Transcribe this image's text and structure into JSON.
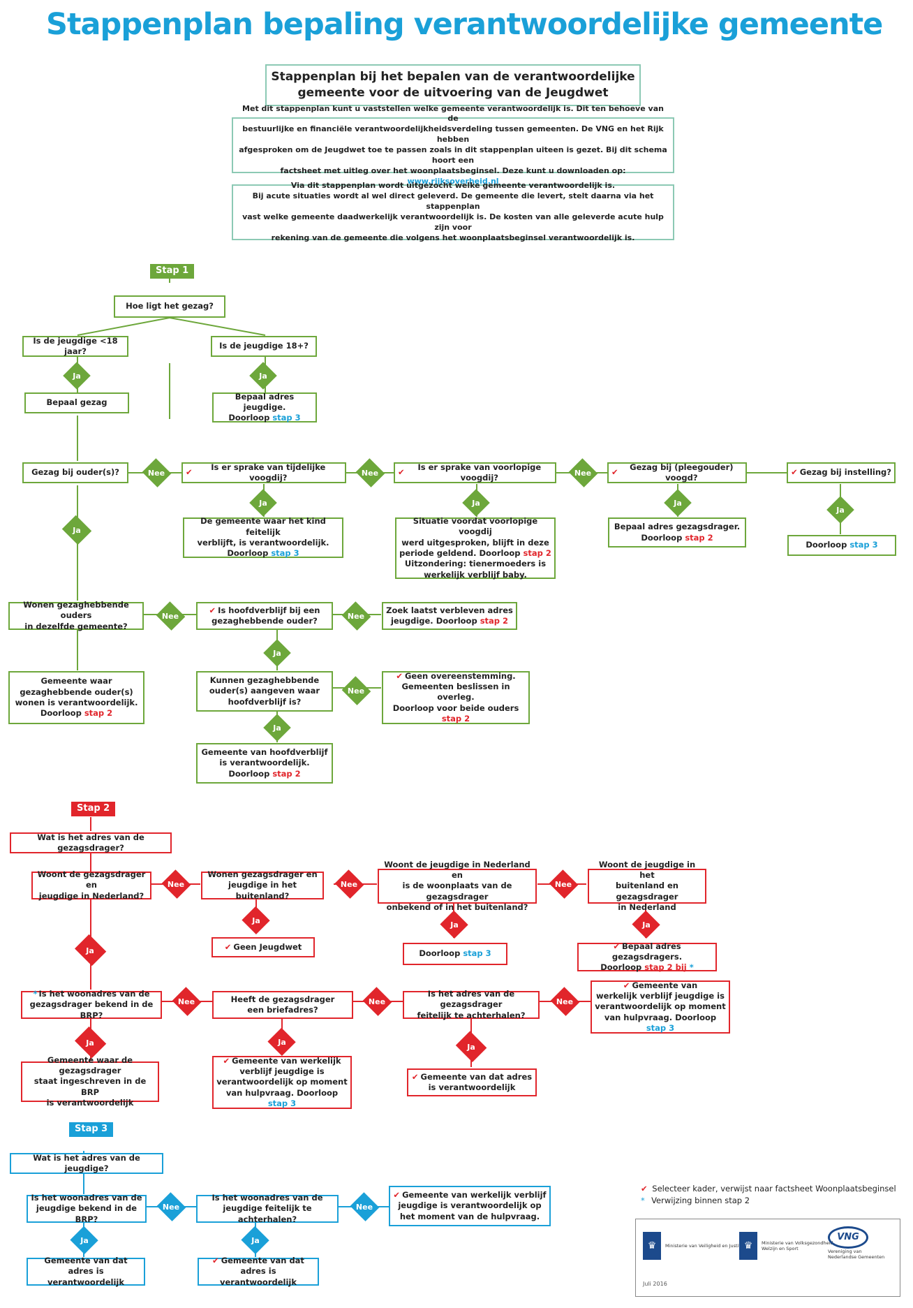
{
  "title": "Stappenplan bepaling verantwoordelijke gemeente",
  "header": {
    "line1": "Stappenplan bij het bepalen van de verantwoordelijke",
    "line2": "gemeente voor de uitvoering van de Jeugdwet"
  },
  "intro": {
    "lines": [
      "Met dit stappenplan kunt u vaststellen welke gemeente verantwoordelijk is. Dit ten behoeve van de",
      "bestuurlijke en financiële verantwoordelijkheidsverdeling tussen gemeenten. De VNG en het Rijk hebben",
      "afgesproken om de Jeugdwet toe te passen zoals in dit stappenplan uiteen is gezet. Bij dit schema hoort een"
    ],
    "last_line": "factsheet met uitleg over het woonplaatsbeginsel. Deze kunt u downloaden op:",
    "link": "www.rijksoverheid.nl"
  },
  "acute": {
    "lines": [
      "Via dit stappenplan wordt uitgezocht welke gemeente verantwoordelijk is.",
      "Bij acute situaties wordt al wel direct geleverd. De gemeente die levert, stelt daarna via het stappenplan",
      "vast welke gemeente daadwerkelijk verantwoordelijk is. De kosten van alle geleverde acute hulp zijn voor",
      "rekening van de gemeente die volgens het woonplaatsbeginsel verantwoordelijk is."
    ]
  },
  "labels": {
    "ja": "Ja",
    "nee": "Nee",
    "check": "✔",
    "asterisk": "*",
    "stap2": "stap 2",
    "stap3": "stap 3"
  },
  "stap1": {
    "flag": "Stap 1",
    "q_gezag": "Hoe ligt het gezag?",
    "q_under18": "Is de jeugdige <18 jaar?",
    "q_over18": "Is de jeugdige 18+?",
    "bepaal_gezag": "Bepaal gezag",
    "adres_jeugdige": "Bepaal adres jeugdige.",
    "doorloop": "Doorloop",
    "q_ouders": "Gezag bij ouder(s)?",
    "q_tijdelijk": "Is er sprake van tijdelijke voogdij?",
    "q_voorlopig": "Is er sprake van voorlopige voogdij?",
    "q_pleeg": "Gezag bij (pleegouder) voogd?",
    "q_instelling": "Gezag bij instelling?",
    "r_tijdelijk_1": "De gemeente waar het kind feitelijk",
    "r_tijdelijk_2": "verblijft, is verantwoordelijk.",
    "r_voorlopig_1": "Situatie voordat voorlopige voogdij",
    "r_voorlopig_2": "werd uitgesproken, blijft in deze",
    "r_voorlopig_3": "periode geldend.",
    "r_voorlopig_4": "Uitzondering:  tienermoeders is",
    "r_voorlopig_5": "werkelijk verblijf baby.",
    "r_pleeg": "Bepaal adres gezagsdrager.",
    "q_zelfde_1": "Wonen gezaghebbende ouders",
    "q_zelfde_2": "in dezelfde gemeente?",
    "q_hoofd_1": "Is hoofdverblijf bij een",
    "q_hoofd_2": "gezaghebbende ouder?",
    "r_laatst_1": "Zoek laatst verbleven adres",
    "r_laatst_2": "jeugdige.",
    "r_zelfde_1": "Gemeente waar",
    "r_zelfde_2": "gezaghebbende ouder(s)",
    "r_zelfde_3": "wonen is verantwoordelijk.",
    "q_aangeven_1": "Kunnen gezaghebbende",
    "q_aangeven_2": "ouder(s) aangeven waar",
    "q_aangeven_3": "hoofdverblijf is?",
    "r_geen_1": "Geen overeenstemming.",
    "r_geen_2": "Gemeenten beslissen in overleg.",
    "r_geen_3": "Doorloop voor beide ouders",
    "r_hoofd_1": "Gemeente van hoofdverblijf",
    "r_hoofd_2": "is verantwoordelijk."
  },
  "stap2": {
    "flag": "Stap 2",
    "q_adres": "Wat is het adres van de gezagsdrager?",
    "q_nl_1": "Woont de gezagsdrager en",
    "q_nl_2": "jeugdige in Nederland?",
    "q_buiten_1": "Wonen gezagsdrager en",
    "q_buiten_2": "jeugdige in het buitenland?",
    "q_woonpl_1": "Woont de jeugdige in Nederland en",
    "q_woonpl_2": "is de woonplaats van de gezagsdrager",
    "q_woonpl_3": "onbekend of in het buitenland?",
    "q_gesplitst_1": "Woont de jeugdige in het",
    "q_gesplitst_2": "buitenland en gezagsdrager",
    "q_gesplitst_3": "in Nederland",
    "r_geen_jw": "Geen Jeugdwet",
    "r_bepaal_1": "Bepaal adres gezagsdragers.",
    "stap2_bij": "stap 2 bij",
    "q_brp_1": "Is het woonadres van de",
    "q_brp_2": "gezagsdrager bekend in de BRP?",
    "q_brief_1": "Heeft de gezagsdrager",
    "q_brief_2": "een briefadres?",
    "q_feit_1": "Is het adres van de gezagsdrager",
    "q_feit_2": "feitelijk te achterhalen?",
    "r_werk_1": "Gemeente van",
    "r_werk_2": "werkelijk verblijf jeugdige is",
    "r_werk_3": "verantwoordelijk op moment",
    "r_werk_4": "van hulpvraag.",
    "r_brp_1": "Gemeente waar de gezagsdrager",
    "r_brp_2": "staat ingeschreven in de BRP",
    "r_brp_3": "is verantwoordelijk",
    "r_brief_1": "Gemeente van werkelijk",
    "r_brief_2": "verblijf jeugdige is",
    "r_brief_3": "verantwoordelijk op moment",
    "r_brief_4": "van hulpvraag.",
    "r_feit_1": "Gemeente van dat adres",
    "r_feit_2": "is verantwoordelijk"
  },
  "stap3": {
    "flag": "Stap 3",
    "q_adres": "Wat is het adres van de jeugdige?",
    "q_brp_1": "Is het woonadres van de",
    "q_brp_2": "jeugdige bekend in de BRP?",
    "q_feit_1": "Is het woonadres van de",
    "q_feit_2": "jeugdige feitelijk te achterhalen?",
    "r_werk_1": "Gemeente van werkelijk verblijf",
    "r_werk_2": "jeugdige is verantwoordelijk op",
    "r_werk_3": "het moment van de hulpvraag.",
    "r_dat_1": "Gemeente van dat",
    "r_dat_2": "adres is verantwoordelijk"
  },
  "legend": {
    "check_text": "Selecteer kader, verwijst naar factsheet Woonplaatsbeginsel",
    "ast_text": "Verwijzing binnen stap 2"
  },
  "logos": {
    "l1": "Ministerie van Veiligheid en Justitie",
    "l2_1": "Ministerie van Volksgezondheid,",
    "l2_2": "Welzijn en Sport",
    "vng": "VNG",
    "vng_1": "Vereniging van",
    "vng_2": "Nederlandse Gemeenten",
    "date": "Juli 2016"
  },
  "colors": {
    "green": "#6da73b",
    "red": "#e1252b",
    "blue": "#1aa0d8",
    "teal": "#8cc9b4",
    "title": "#1aa0d8"
  }
}
